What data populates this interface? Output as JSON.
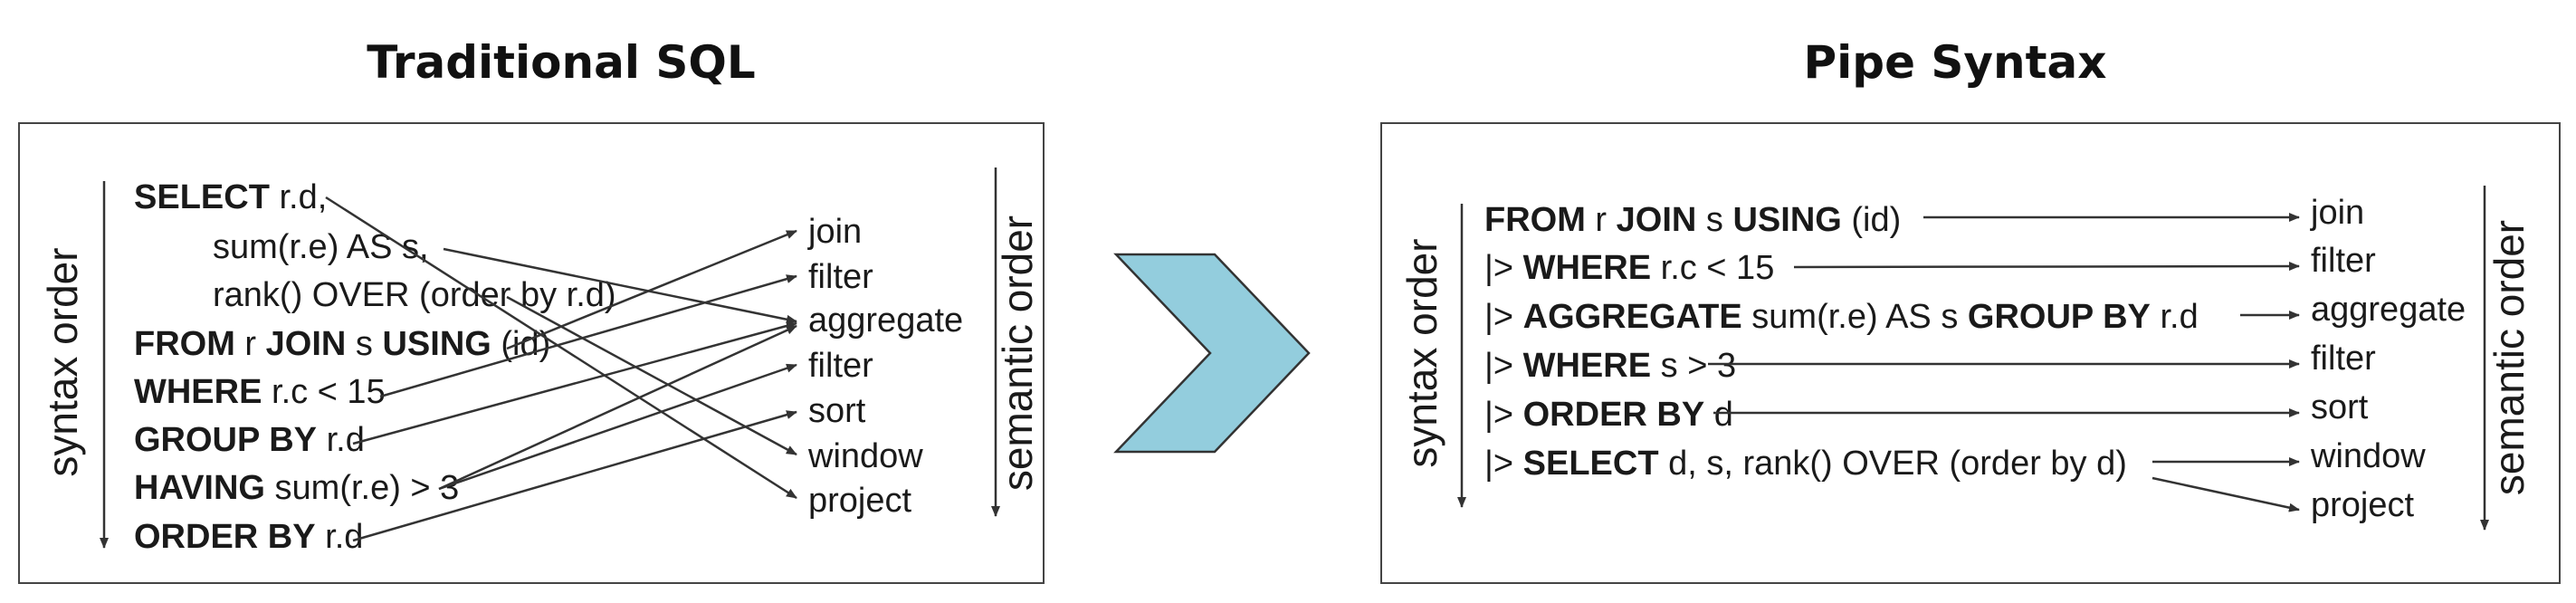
{
  "left": {
    "title": "Traditional SQL",
    "syntax_label": "syntax order",
    "semantic_label": "semantic order",
    "code": [
      {
        "kw": "SELECT",
        "rest": " r.d,"
      },
      {
        "kw": "",
        "rest": "sum(r.e) AS s,"
      },
      {
        "kw": "",
        "rest": "rank() OVER (order by r.d)"
      },
      {
        "parts": [
          "FROM",
          " r ",
          "JOIN",
          " s ",
          "USING",
          " (id)"
        ]
      },
      {
        "kw": "WHERE",
        "rest": " r.c < 15"
      },
      {
        "kw": "GROUP BY",
        "rest": " r.d"
      },
      {
        "kw": "HAVING",
        "rest": " sum(r.e) > 3"
      },
      {
        "kw": "ORDER BY",
        "rest": " r.d"
      }
    ],
    "ops": [
      "join",
      "filter",
      "aggregate",
      "filter",
      "sort",
      "window",
      "project"
    ]
  },
  "right": {
    "title": "Pipe Syntax",
    "syntax_label": "syntax order",
    "semantic_label": "semantic order",
    "pipe": "|>",
    "code": [
      {
        "parts": [
          "FROM",
          " r ",
          "JOIN",
          " s ",
          "USING",
          " (id)"
        ]
      },
      {
        "parts": [
          "|> ",
          "WHERE",
          " r.c < 15"
        ]
      },
      {
        "parts": [
          "|> ",
          "AGGREGATE",
          " sum(r.e) AS s ",
          "GROUP BY",
          " r.d"
        ]
      },
      {
        "parts": [
          "|> ",
          "WHERE",
          " s > 3"
        ]
      },
      {
        "parts": [
          "|> ",
          "ORDER BY",
          " d"
        ]
      },
      {
        "parts": [
          "|> ",
          "SELECT",
          " d, s, rank() OVER (order by d)"
        ]
      }
    ],
    "ops": [
      "join",
      "filter",
      "aggregate",
      "filter",
      "sort",
      "window",
      "project"
    ]
  },
  "colors": {
    "chevron_fill": "#93cddd",
    "line": "#333333"
  }
}
